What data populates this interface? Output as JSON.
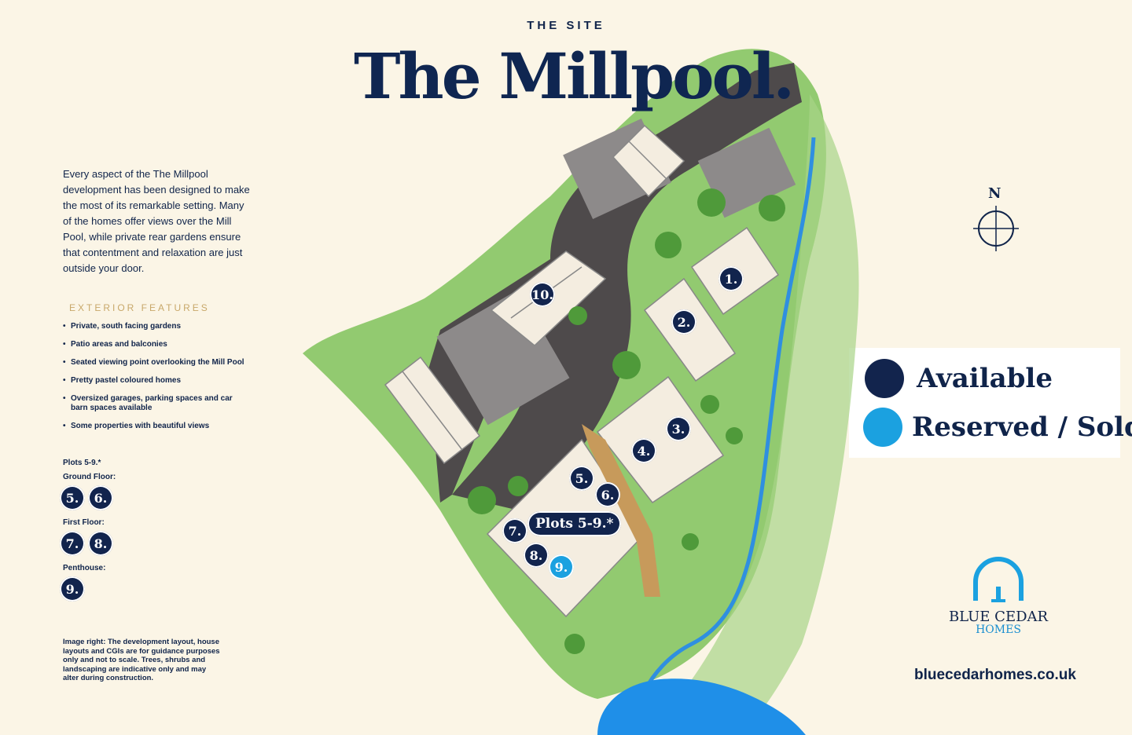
{
  "header": {
    "eyebrow": "THE SITE",
    "title": "The Millpool."
  },
  "intro": "Every aspect of the The Millpool development has been designed to make the most of its remarkable setting. Many of the homes offer views over the Mill Pool, while private rear gardens ensure that contentment and relaxation are just outside your door.",
  "features": {
    "title": "EXTERIOR FEATURES",
    "items": [
      "Private, south facing gardens",
      "Patio areas and balconies",
      "Seated viewing point overlooking the Mill Pool",
      "Pretty pastel coloured homes",
      "Oversized garages, parking spaces and car barn spaces available",
      "Some properties with beautiful views"
    ]
  },
  "plot_key": {
    "heading": "Plots 5-9.*",
    "groups": [
      {
        "label": "Ground Floor:",
        "plots": [
          "5.",
          "6."
        ]
      },
      {
        "label": "First Floor:",
        "plots": [
          "7.",
          "8."
        ]
      },
      {
        "label": "Penthouse:",
        "plots": [
          "9."
        ]
      }
    ]
  },
  "disclaimer": "Image right: The development layout, house layouts and CGIs are for guidance purposes only and not to scale. Trees, shrubs and landscaping are indicative only and may alter during construction.",
  "compass": {
    "label": "N"
  },
  "legend": {
    "available": {
      "label": "Available",
      "color": "#12244d"
    },
    "reserved": {
      "label": "Reserved / Sold",
      "color": "#1ba1e0"
    }
  },
  "map": {
    "plots_badge": "Plots 5-9.*",
    "markers": [
      {
        "id": "1",
        "label": "1.",
        "status": "available"
      },
      {
        "id": "2",
        "label": "2.",
        "status": "available"
      },
      {
        "id": "3",
        "label": "3.",
        "status": "available"
      },
      {
        "id": "4",
        "label": "4.",
        "status": "available"
      },
      {
        "id": "5",
        "label": "5.",
        "status": "available"
      },
      {
        "id": "6",
        "label": "6.",
        "status": "available"
      },
      {
        "id": "7",
        "label": "7.",
        "status": "available"
      },
      {
        "id": "8",
        "label": "8.",
        "status": "available"
      },
      {
        "id": "9",
        "label": "9.",
        "status": "reserved"
      },
      {
        "id": "10",
        "label": "10.",
        "status": "available"
      }
    ]
  },
  "brand": {
    "name": "BLUE CEDAR",
    "sub": "HOMES",
    "website": "bluecedarhomes.co.uk",
    "accent_color": "#1ba1e0",
    "navy_color": "#10244a"
  }
}
